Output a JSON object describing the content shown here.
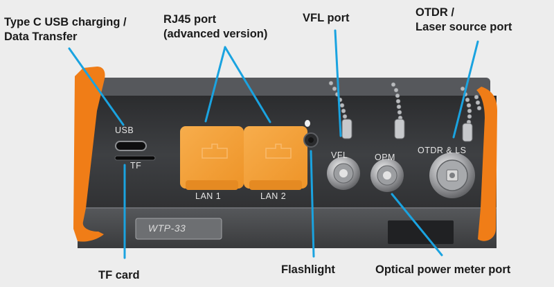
{
  "annotations": {
    "usb": [
      "Type C USB charging /",
      "Data Transfer"
    ],
    "rj45": [
      "RJ45 port",
      "(advanced version)"
    ],
    "vfl": "VFL port",
    "otdr": [
      "OTDR /",
      "Laser source port"
    ],
    "tf": "TF card",
    "flashlight": "Flashlight",
    "opm": "Optical power meter  port"
  },
  "device_labels": {
    "usb": "USB",
    "tf": "TF",
    "lan1": "LAN 1",
    "lan2": "LAN 2",
    "vfl": "VFL",
    "opm": "OPM",
    "otdr": "OTDR & LS"
  },
  "brand_plate": "WTP-33",
  "colors": {
    "background": "#ededed",
    "device_body": "#3a3b3d",
    "bumper": "#f07d17",
    "port_cover": "#f4a13a",
    "arrow": "#1aa3e0",
    "label_text": "#1a1a1a"
  }
}
